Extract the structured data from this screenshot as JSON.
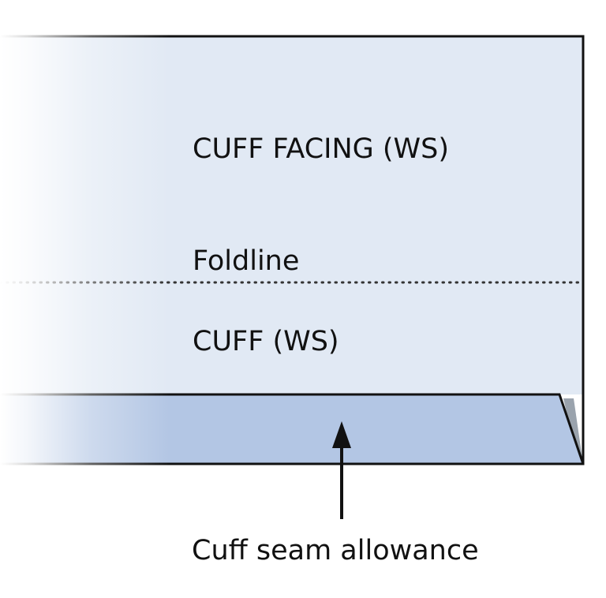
{
  "labels": {
    "cuff_facing": "CUFF FACING (WS)",
    "foldline": "Foldline",
    "cuff": "CUFF (WS)",
    "seam_allowance": "Cuff seam allowance"
  },
  "colors": {
    "panel_fill": "#e1e9f4",
    "seam_allowance_fill": "#b3c6e4",
    "outline": "#111111",
    "seam_shadow": "#9aa3ad",
    "page_background": "#ffffff"
  }
}
